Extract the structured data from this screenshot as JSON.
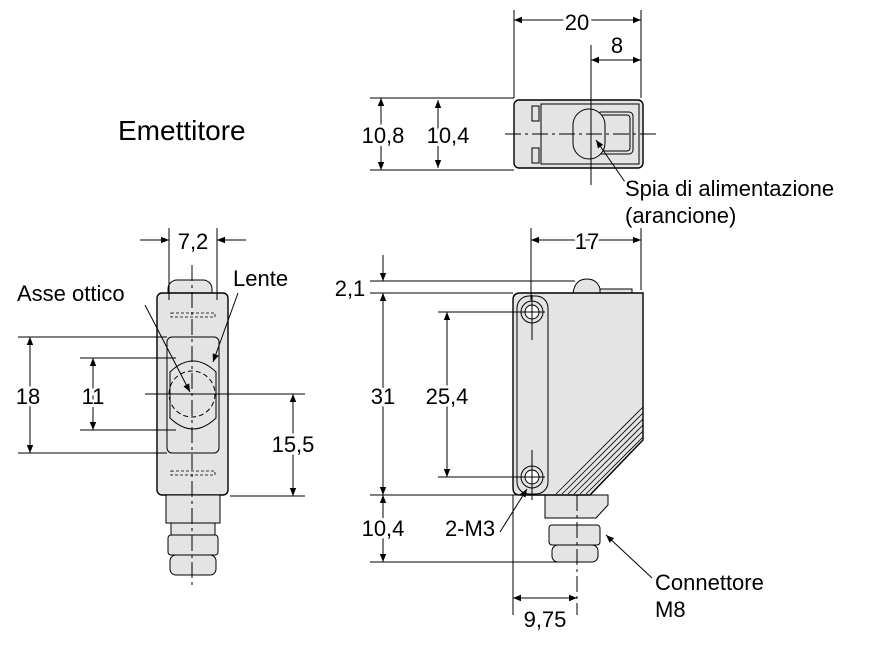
{
  "title": "Emettitore",
  "top_view": {
    "dim_width": "20",
    "dim_offset": "8",
    "dim_height_outer": "10,8",
    "dim_height_inner": "10,4",
    "indicator_label_1": "Spia di alimentazione",
    "indicator_label_2": "(arancione)"
  },
  "front_view": {
    "dim_width": "7,2",
    "dim_18": "18",
    "dim_11": "11",
    "dim_15_5": "15,5",
    "axis_label": "Asse ottico",
    "lens_label": "Lente"
  },
  "side_view": {
    "dim_17": "17",
    "dim_2_1": "2,1",
    "dim_31": "31",
    "dim_25_4": "25,4",
    "dim_10_4": "10,4",
    "dim_9_75": "9,75",
    "screw_label": "2-M3",
    "connector_label_1": "Connettore",
    "connector_label_2": "M8"
  }
}
